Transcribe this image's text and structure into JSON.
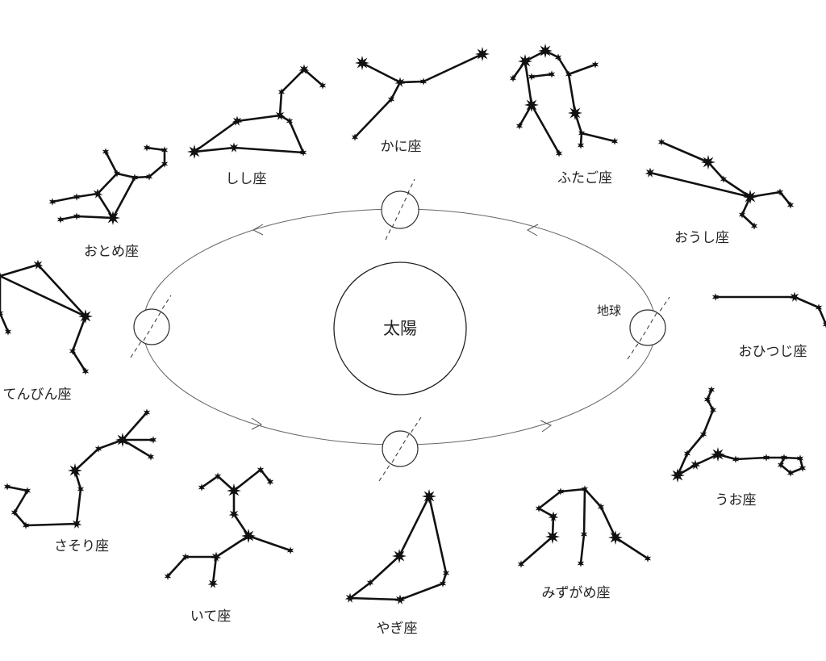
{
  "center": {
    "sun_label": "太陽",
    "earth_label": "地球"
  },
  "constellations": {
    "leo": "しし座",
    "cancer": "かに座",
    "gemini": "ふたご座",
    "taurus": "おうし座",
    "aries": "おひつじ座",
    "pisces": "うお座",
    "aquarius": "みずがめ座",
    "capricorn": "やぎ座",
    "sagittarius": "いて座",
    "scorpio": "さそり座",
    "libra": "てんびん座",
    "virgo": "おとめ座"
  },
  "colors": {
    "ink": "#111111",
    "orbit": "#666666",
    "text": "#222222",
    "background": "#ffffff"
  },
  "icons": {
    "star": "star-icon",
    "earth": "earth-globe-icon"
  }
}
